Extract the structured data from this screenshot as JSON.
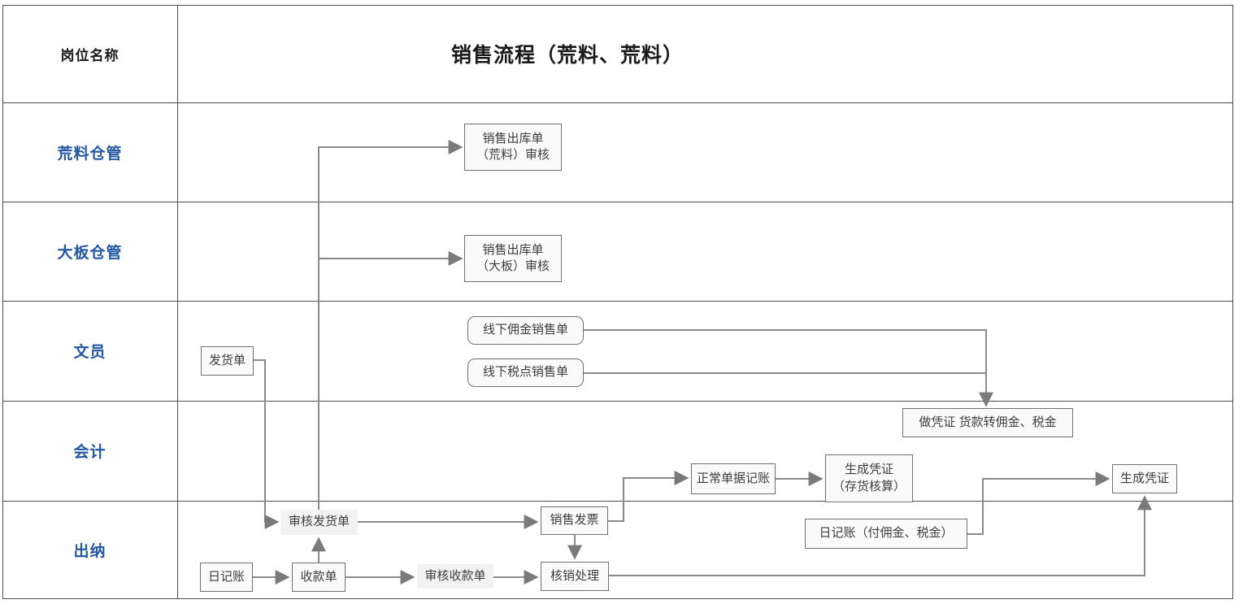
{
  "header": {
    "role_column_label": "岗位名称",
    "title": "销售流程（荒料、荒料）"
  },
  "lanes": [
    {
      "label": "荒料仓管"
    },
    {
      "label": "大板仓管"
    },
    {
      "label": "文员"
    },
    {
      "label": "会计"
    },
    {
      "label": "出纳"
    }
  ],
  "nodes": {
    "outbound_raw": {
      "line1": "销售出库单",
      "line2": "（荒料）审核"
    },
    "outbound_slab": {
      "line1": "销售出库单",
      "line2": "（大板）审核"
    },
    "offline_commission": {
      "label": "线下佣金销售单"
    },
    "offline_tax": {
      "label": "线下税点销售单"
    },
    "delivery_note": {
      "label": "发货单"
    },
    "voucher_transfer": {
      "label": "做凭证 货款转佣金、税金"
    },
    "normal_posting": {
      "label": "正常单据记账"
    },
    "voucher_inventory": {
      "line1": "生成凭证",
      "line2": "（存货核算）"
    },
    "journal_pay": {
      "label": "日记账（付佣金、税金）"
    },
    "voucher_generate": {
      "label": "生成凭证"
    },
    "review_delivery": {
      "label": "审核发货单"
    },
    "journal": {
      "label": "日记账"
    },
    "receipt_note": {
      "label": "收款单"
    },
    "review_receipt": {
      "label": "审核收款单"
    },
    "sales_invoice": {
      "label": "销售发票"
    },
    "writeoff": {
      "label": "核销处理"
    }
  },
  "colors": {
    "lane_label_blue": "#2457a4",
    "grid_line": "#4d4d4d",
    "node_border": "#707070",
    "node_fill": "#fafafa",
    "plain_node_fill": "#f2f2f2",
    "connector_gray": "#8a8a8a",
    "text_dark": "#1a1a1a"
  }
}
